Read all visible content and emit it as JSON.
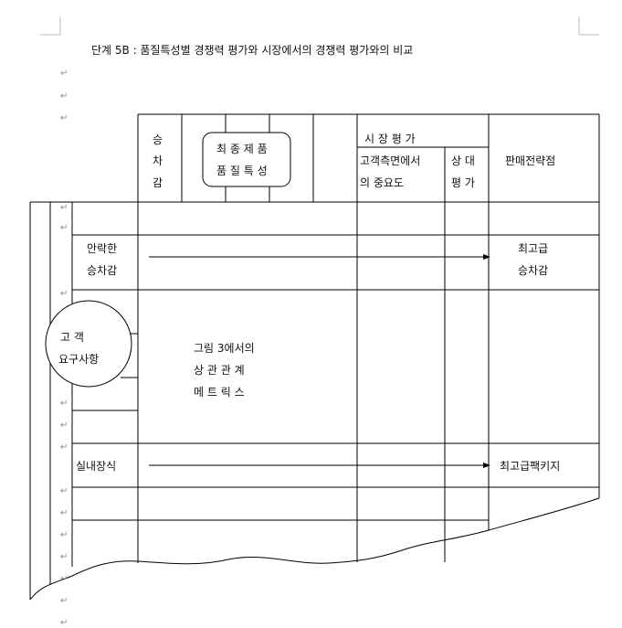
{
  "title": "단계 5B : 품질특성별 경쟁력 평가와 시장에서의 경쟁력 평가와의 비교",
  "para_mark": "↵",
  "header": {
    "col_a": [
      "승",
      "차",
      "감"
    ],
    "final_quality_line1": "최 종 제 품",
    "final_quality_line2": "품 질 특 성",
    "market_eval": "시  장  평  가",
    "customer_importance_line1": "고객측면에서",
    "customer_importance_line2": "의 중요도",
    "relative_eval_line1": "상 대",
    "relative_eval_line2": "평 가",
    "sales_strategy": "판매전략점"
  },
  "customer_needs_line1": "고    객",
  "customer_needs_line2": "요구사항",
  "rows": {
    "ride_line1": "안락한",
    "ride_line2": "승차감",
    "ride_result_line1": "최고급",
    "ride_result_line2": "승차감",
    "interior": "실내장식",
    "interior_result": "최고급팩키지"
  },
  "matrix_line1": "그림 3에서의",
  "matrix_line2": "상 관 관 계",
  "matrix_line3": "메 트 릭 스"
}
